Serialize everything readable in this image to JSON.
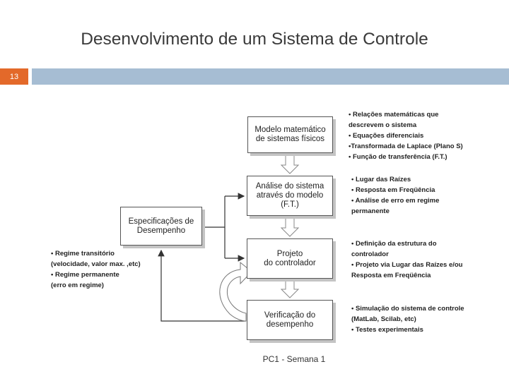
{
  "slide": {
    "title": "Desenvolvimento de um Sistema de Controle",
    "number": "13",
    "footer": "PC1 - Semana 1",
    "accent_color": "#e3692a",
    "bar_color": "#a6bdd3"
  },
  "diagram": {
    "boxes": {
      "modelo": "Modelo matemático\nde sistemas físicos",
      "analise": "Análise do sistema\natravés do modelo\n(F.T.)",
      "projeto": "Projeto\ndo controlador",
      "verificacao": "Verificação do\ndesempenho",
      "especificacoes": "Especificações de\nDesempenho"
    },
    "notes": {
      "modelo": [
        "• Relações matemáticas que",
        "  descrevem o sistema",
        "• Equações diferenciais",
        "•Transformada de Laplace (Plano S)",
        "• Função de transferência (F.T.)"
      ],
      "analise": [
        "• Lugar das Raízes",
        "• Resposta em Freqüência",
        "• Análise de erro em regime",
        "  permanente"
      ],
      "projeto": [
        "• Definição da estrutura do",
        "  controlador",
        "• Projeto via Lugar das Raízes e/ou",
        "  Resposta em Freqüência"
      ],
      "verificacao": [
        "• Simulação do sistema de controle",
        "  (MatLab, Scilab, etc)",
        "• Testes experimentais"
      ],
      "especificacoes": [
        "• Regime transitório",
        "  (velocidade, valor max. ,etc)",
        "• Regime permanente",
        "  (erro em regime)"
      ]
    }
  }
}
